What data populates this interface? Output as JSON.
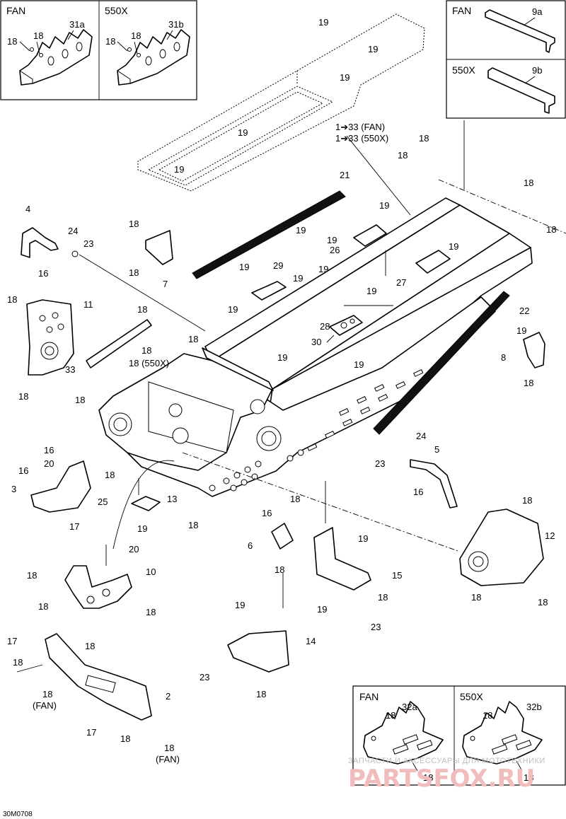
{
  "diagram_code": "30M0708",
  "watermark": {
    "line1": "ЗАПЧАСТИ И АКСЕССУАРЫ ДЛЯ МОТОТЕХНИКИ",
    "brand": "PARTSFOX.RU"
  },
  "insets": {
    "top_left": {
      "left": {
        "variant": "FAN",
        "part": "31a",
        "screw": "18"
      },
      "right": {
        "variant": "550X",
        "part": "31b",
        "screw": "18"
      }
    },
    "top_right": {
      "upper": {
        "variant": "FAN",
        "part": "9a"
      },
      "lower": {
        "variant": "550X",
        "part": "9b"
      }
    },
    "bottom_right": {
      "left": {
        "variant": "FAN",
        "part": "32a",
        "screw": "18"
      },
      "right": {
        "variant": "550X",
        "part": "32b",
        "screw": "18"
      }
    }
  },
  "callouts": {
    "c19a": "19",
    "c19b": "19",
    "c19c": "19",
    "c19d": "19",
    "c19e": "19",
    "c21": "21",
    "c1to33fan": "1➔33 (FAN)",
    "c1to33x": "1➔33 (550X)",
    "c18tr1": "18",
    "c18tr2": "18",
    "c18tr3": "18",
    "c18tr4": "18",
    "c4": "4",
    "c24a": "24",
    "c23a": "23",
    "c16a": "16",
    "c18b1": "18",
    "c18b2": "18",
    "c7": "7",
    "c19f": "19",
    "c19g": "19",
    "c26": "26",
    "c19h": "19",
    "c19i": "19",
    "c29": "29",
    "c19j": "19",
    "c19k": "19",
    "c27": "27",
    "c19l": "19",
    "c11": "11",
    "c18l1": "18",
    "c18l2": "18",
    "c18l3": "18",
    "c33": "33",
    "c18c": "18",
    "c28": "28",
    "c30": "30",
    "c22": "22",
    "c19m": "19",
    "c19n": "19",
    "c18d": "18",
    "c18e": "18",
    "c18f": "18 (550X)",
    "c19o": "19",
    "c8": "8",
    "c18g": "18",
    "c18h": "18",
    "c18i": "18",
    "c16b": "16",
    "c16c": "16",
    "c20a": "20",
    "c3": "3",
    "c25": "25",
    "c17a": "17",
    "c24b": "24",
    "c5": "5",
    "c23b": "23",
    "c16d": "16",
    "c13": "13",
    "c19p": "19",
    "c16e": "16",
    "c18j": "18",
    "c18k": "18",
    "c12": "12",
    "c6": "6",
    "c18l": "18",
    "c19q": "19",
    "c15": "15",
    "c18m": "18",
    "c19r": "19",
    "c23c": "23",
    "c20b": "20",
    "c18n": "18",
    "c10": "10",
    "c18o": "18",
    "c18p": "18",
    "c18q": "18",
    "c18r": "18",
    "c17b": "17",
    "c18s": "18",
    "c18t": "18",
    "c18fan1": "18",
    "cfan1": "(FAN)",
    "c2": "2",
    "c17c": "17",
    "c18u": "18",
    "c18fan2": "18",
    "cfan2": "(FAN)",
    "c19s": "19",
    "c14": "14",
    "c23d": "23",
    "c18v": "18"
  }
}
